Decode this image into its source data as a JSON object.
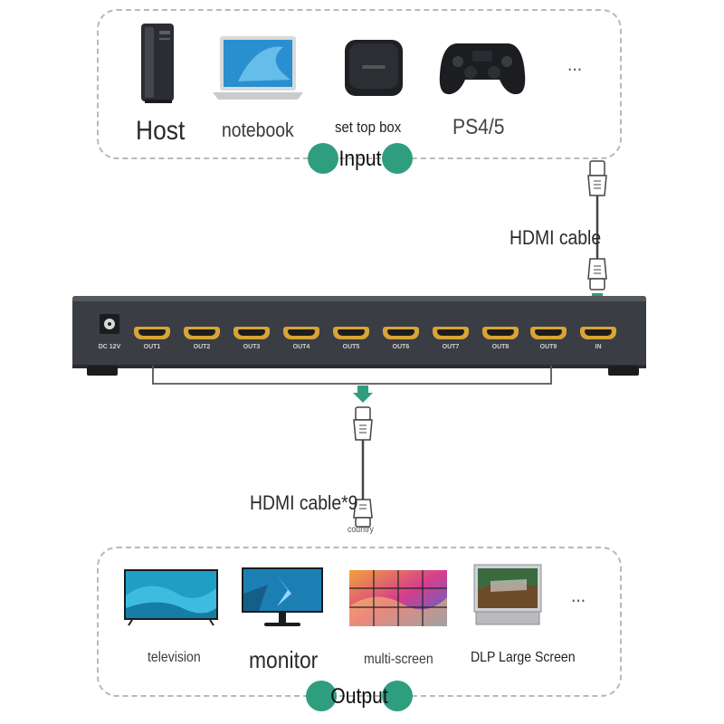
{
  "input_panel": {
    "devices": [
      {
        "label": "Host",
        "icon": "host-pc-icon"
      },
      {
        "label": "notebook",
        "icon": "notebook-icon"
      },
      {
        "label": "set top box",
        "icon": "set-top-box-icon"
      },
      {
        "label": "PS4/5",
        "icon": "gamepad-icon"
      }
    ],
    "ellipsis": "...",
    "tag": "Input"
  },
  "cables": {
    "input_cable": "HDMI cable",
    "output_cable": "HDMI cable*9",
    "output_cable_sub": "country"
  },
  "splitter": {
    "power_label": "DC 12V",
    "ports": [
      "OUT1",
      "OUT2",
      "OUT3",
      "OUT4",
      "OUT5",
      "OUT6",
      "OUT7",
      "OUT8",
      "OUT9",
      "IN"
    ]
  },
  "output_panel": {
    "devices": [
      {
        "label": "television",
        "icon": "television-icon"
      },
      {
        "label": "monitor",
        "icon": "monitor-icon"
      },
      {
        "label": "multi-screen",
        "icon": "video-wall-icon"
      },
      {
        "label": "DLP Large Screen",
        "icon": "dlp-screen-icon"
      }
    ],
    "ellipsis": "...",
    "tag": "Output"
  },
  "colors": {
    "accent_green": "#2f9e7f",
    "port_gold": "#d8a437",
    "device_body": "#2b2d33",
    "screen_blue": "#1f9ec6"
  }
}
